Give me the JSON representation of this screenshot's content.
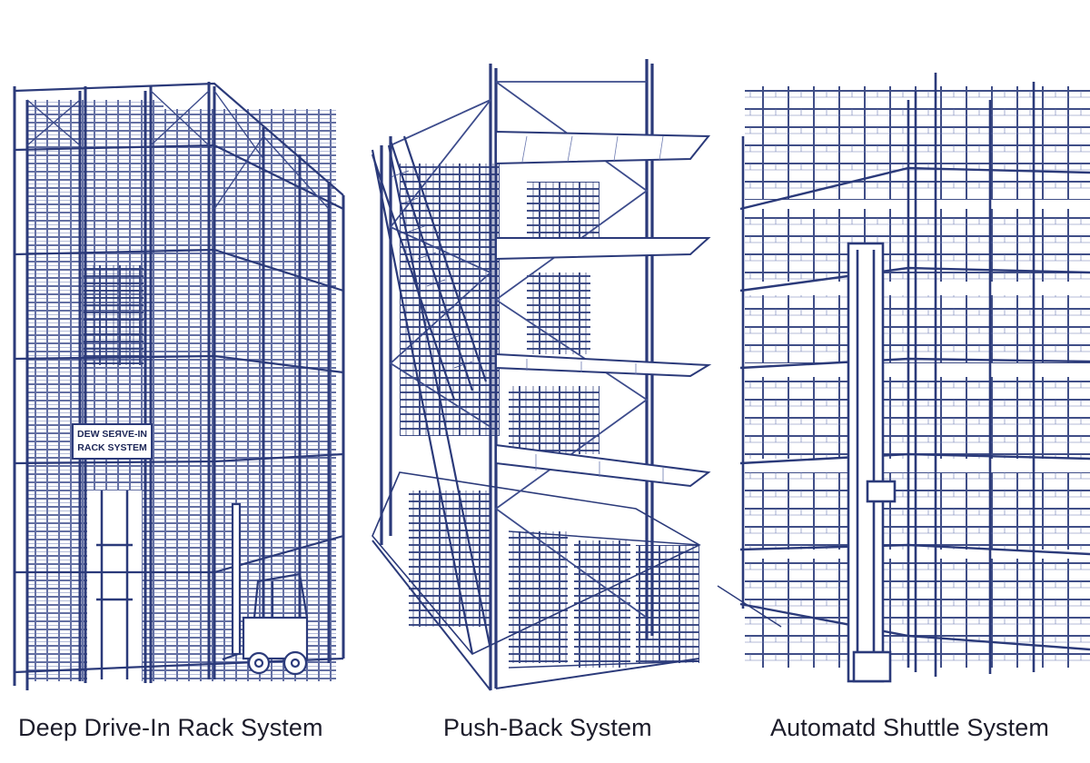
{
  "panels": [
    {
      "caption": "Deep Drive-In Rack System",
      "sign_lines": [
        "DEW SEЯVE-IN",
        "RACK SYSTEM"
      ]
    },
    {
      "caption": "Push-Back System"
    },
    {
      "caption": "Automatd Shuttle System"
    }
  ],
  "colors": {
    "ink": "#2b3a7a",
    "ink_light": "#6a78b0",
    "background": "#ffffff",
    "caption": "#1c1c2a"
  },
  "icons": [
    "forklift-icon",
    "shuttle-lift-icon",
    "conveyor-icon"
  ]
}
